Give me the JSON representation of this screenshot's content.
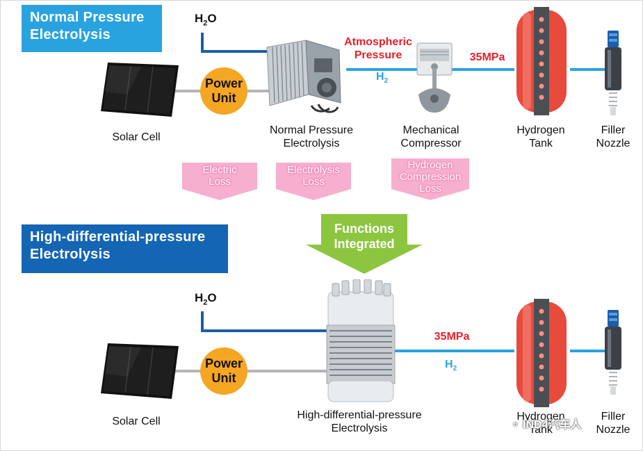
{
  "colors": {
    "title_blue": "#29a3e0",
    "title_dark_blue": "#1565b5",
    "h2_line": "#29a3e0",
    "water_line": "#1a5fa8",
    "power_line": "#b5b5b5",
    "power_unit": "#f5a623",
    "loss_pink": "#f06ea8",
    "arrow_green": "#8cc63f",
    "red_text": "#e8202a",
    "tank_red": "#e84a3c"
  },
  "top": {
    "title_line1": "Normal Pressure",
    "title_line2": "Electrolysis",
    "water_label": "H",
    "water_sub": "2",
    "water_tail": "O",
    "atm_line1": "Atmospheric",
    "atm_line2": "Pressure",
    "h2_label": "H",
    "h2_sub": "2",
    "pressure_label": "35MPa",
    "power_line1": "Power",
    "power_line2": "Unit",
    "solar_label": "Solar Cell",
    "electrolysis_line1": "Normal Pressure",
    "electrolysis_line2": "Electrolysis",
    "compressor_line1": "Mechanical",
    "compressor_line2": "Compressor",
    "tank_line1": "Hydrogen",
    "tank_line2": "Tank",
    "nozzle_line1": "Filler",
    "nozzle_line2": "Nozzle",
    "losses": [
      {
        "line1": "Electric",
        "line2": "Loss",
        "line3": ""
      },
      {
        "line1": "Electrolysis",
        "line2": "Loss",
        "line3": ""
      },
      {
        "line1": "Hydrogen",
        "line2": "Compression",
        "line3": "Loss"
      }
    ]
  },
  "integration_arrow": {
    "line1": "Functions",
    "line2": "Integrated"
  },
  "bottom": {
    "title_line1": "High-differential-pressure",
    "title_line2": "Electrolysis",
    "water_label": "H",
    "water_sub": "2",
    "water_tail": "O",
    "pressure_label": "35MPa",
    "h2_label": "H",
    "h2_sub": "2",
    "power_line1": "Power",
    "power_line2": "Unit",
    "solar_label": "Solar Cell",
    "electrolysis_line1": "High-differential-pressure",
    "electrolysis_line2": "Electrolysis",
    "tank_line1": "Hydrogen",
    "tank_line2": "Tank",
    "nozzle_line1": "Filler",
    "nozzle_line2": "Nozzle"
  },
  "watermark": "IND4汽车人"
}
